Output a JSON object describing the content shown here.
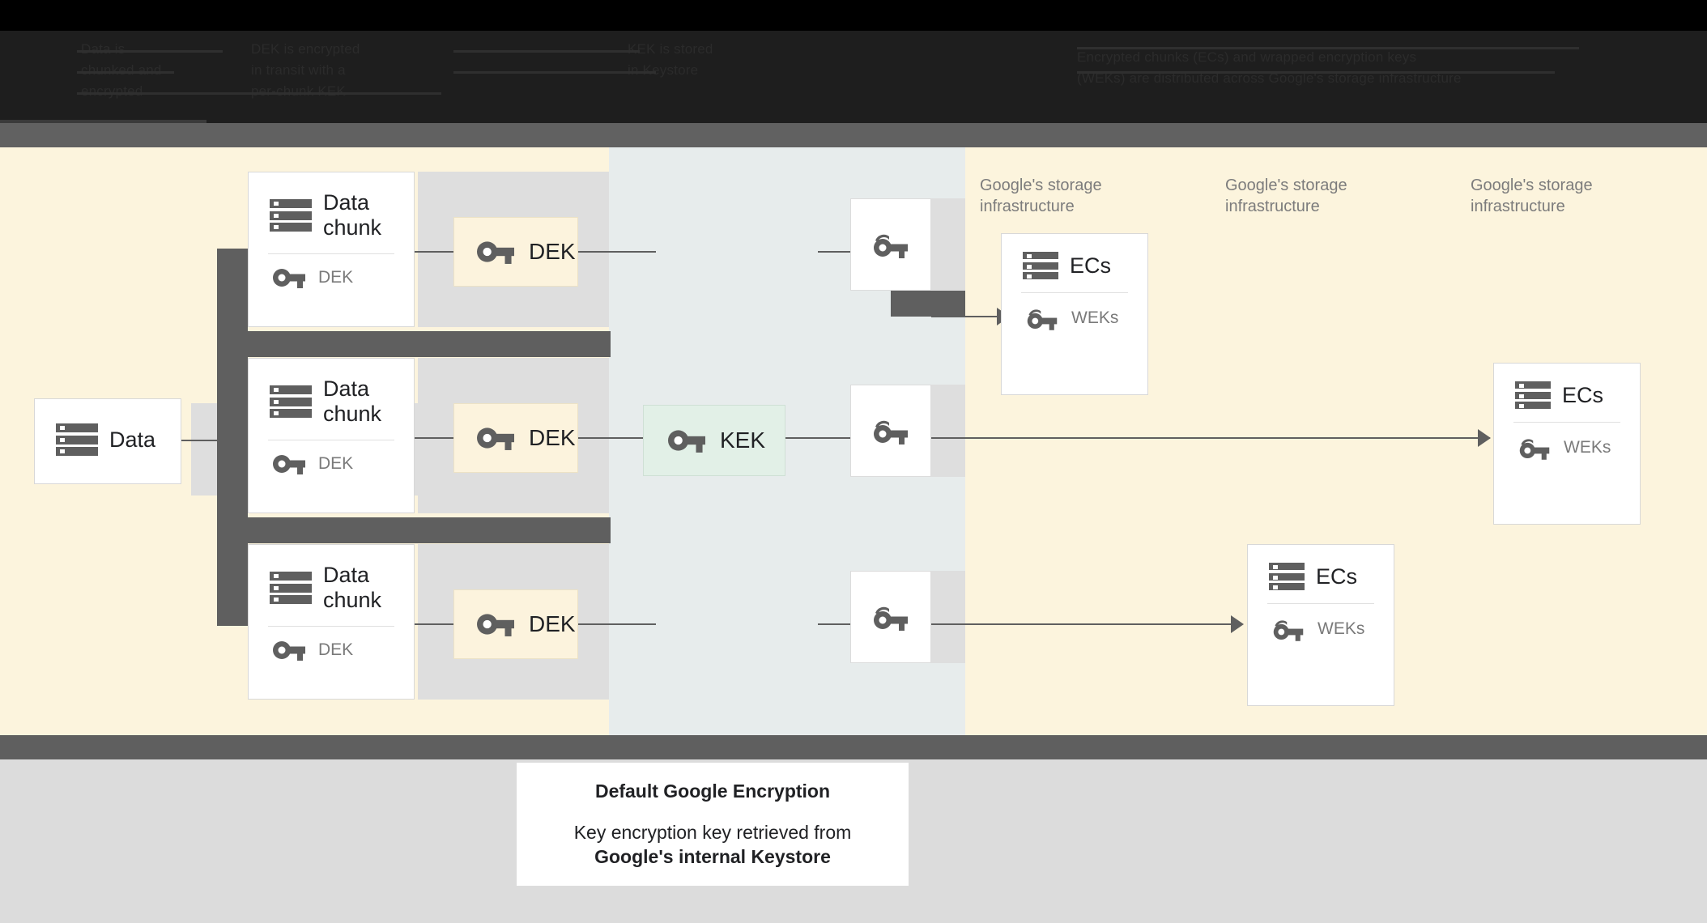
{
  "header": {
    "obscured_note": "low-contrast dark header text (illegible in source)",
    "col_a": "Data is\nchunked and\nencrypted",
    "col_b": "DEK is encrypted\nin transit with a\nper-chunk KEK",
    "col_c": "KEK is stored\nin Keystore",
    "col_d": "Encrypted chunks (ECs) and wrapped encryption keys\n(WEKs) are distributed across Google's storage infrastructure"
  },
  "nodes": {
    "data": {
      "title": "Data",
      "icon": "server-icon"
    },
    "chunks": [
      {
        "title": "Data\nchunk",
        "sub": "DEK",
        "icon": "server-icon",
        "sub_icon": "key-icon"
      },
      {
        "title": "Data\nchunk",
        "sub": "DEK",
        "icon": "server-icon",
        "sub_icon": "key-icon"
      },
      {
        "title": "Data\nchunk",
        "sub": "DEK",
        "icon": "server-icon",
        "sub_icon": "key-icon"
      }
    ],
    "deks": [
      {
        "label": "DEK",
        "icon": "key-icon"
      },
      {
        "label": "DEK",
        "icon": "key-icon"
      },
      {
        "label": "DEK",
        "icon": "key-icon"
      }
    ],
    "kek": {
      "label": "KEK",
      "icon": "key-icon"
    },
    "wrapped_keys": [
      {
        "icon": "wrapped-key-icon"
      },
      {
        "icon": "wrapped-key-icon"
      },
      {
        "icon": "wrapped-key-icon"
      }
    ],
    "ecs": [
      {
        "title": "ECs",
        "sub": "WEKs",
        "icon": "server-icon",
        "sub_icon": "wrapped-key-icon"
      },
      {
        "title": "ECs",
        "sub": "WEKs",
        "icon": "server-icon",
        "sub_icon": "wrapped-key-icon"
      },
      {
        "title": "ECs",
        "sub": "WEKs",
        "icon": "server-icon",
        "sub_icon": "wrapped-key-icon"
      }
    ]
  },
  "infra_labels": [
    "Google's storage\ninfrastructure",
    "Google's storage\ninfrastructure",
    "Google's storage\ninfrastructure"
  ],
  "caption": {
    "title": "Default Google Encryption",
    "line1": "Key encryption key retrieved from",
    "line2": "Google's internal Keystore"
  },
  "colors": {
    "canvas_cream": "#fcf4dd",
    "column_blue_gray": "#e7ecec",
    "stripe_gray": "#dedede",
    "dark_gray": "#5f5f5f",
    "kek_green": "#e2f0e7",
    "dek_cream": "#fcf3dd",
    "card_white": "#ffffff",
    "bottom_gray": "#dcdcdc",
    "header_dark": "#1e1e1e",
    "text_primary": "#202124",
    "text_muted": "#7a7a7a"
  }
}
